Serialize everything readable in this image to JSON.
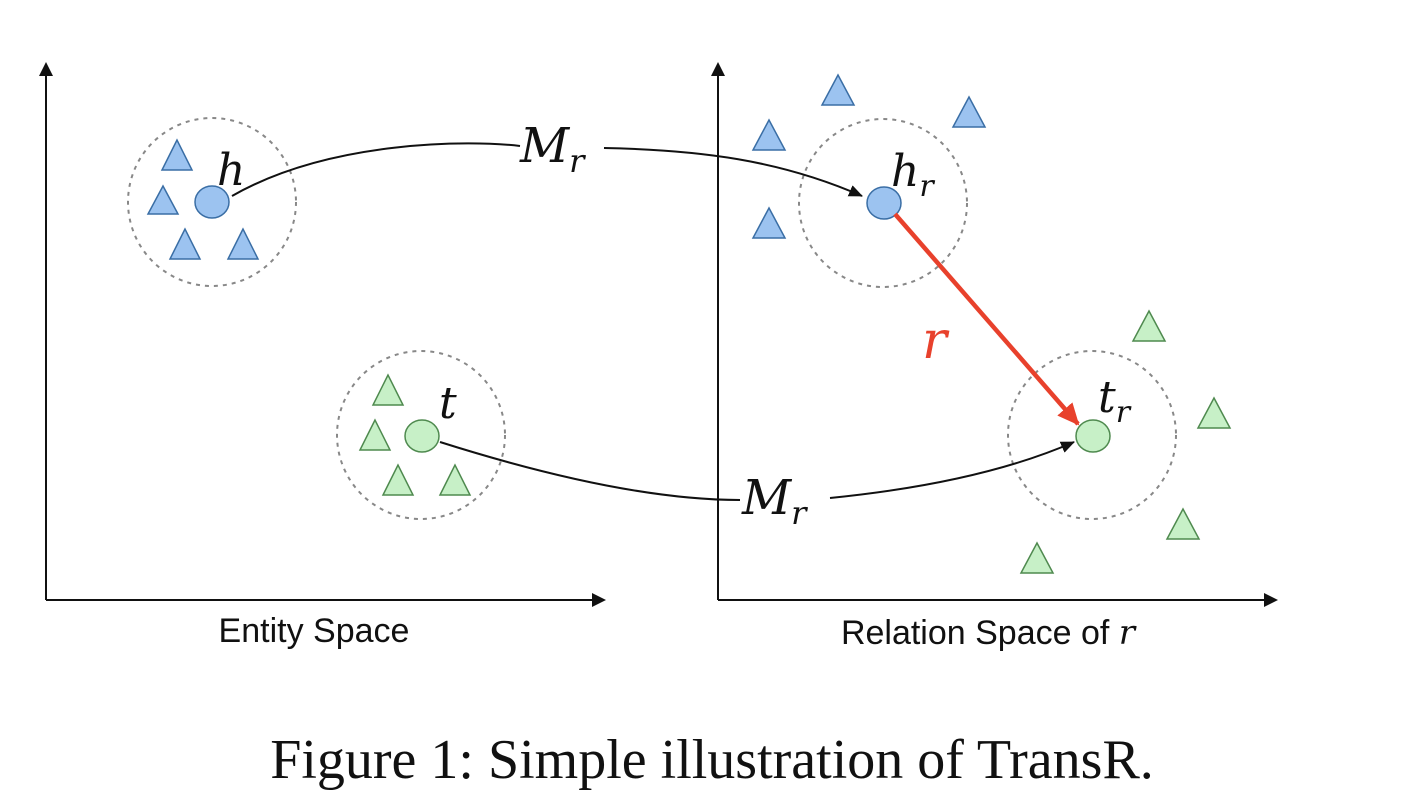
{
  "figure": {
    "caption": "Figure 1: Simple illustration of TransR.",
    "panels": {
      "entity": {
        "label": "Entity Space"
      },
      "relation": {
        "label_prefix": "Relation Space of ",
        "label_var": "r"
      }
    },
    "labels": {
      "h": "h",
      "t": "t",
      "h_r_base": "h",
      "t_r_base": "t",
      "subscript_r": "r",
      "projection_base": "M",
      "relation_vector": "r"
    },
    "colors": {
      "head_fill": "#9cc3f0",
      "head_stroke": "#3a6ea5",
      "tail_fill": "#c7f0c7",
      "tail_stroke": "#4f8a4f",
      "relation_arrow": "#e8412c",
      "axis": "#111111",
      "dashed_circle": "#888888"
    }
  }
}
